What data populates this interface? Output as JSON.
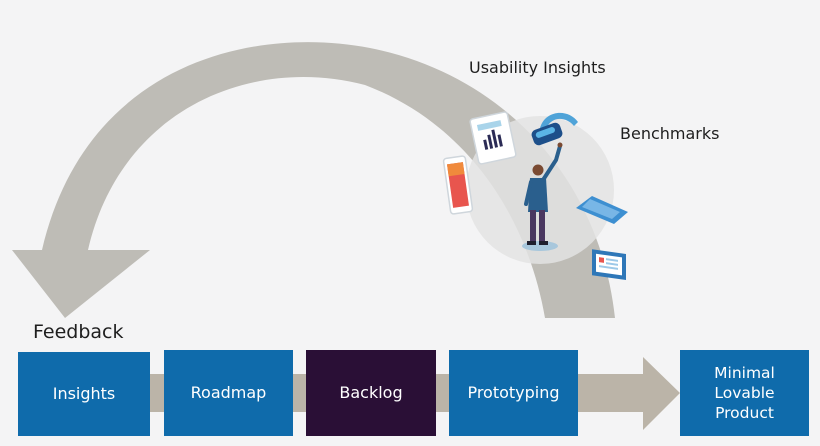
{
  "colors": {
    "background": "#f4f4f5",
    "arrow_gray": "#bebcb6",
    "flow_arrow": "#bbb4a8",
    "step_blue": "#0f6bab",
    "backlog_purple": "#2a0f36",
    "label_text": "#1e1e1e"
  },
  "labels": {
    "usability_insights": "Usability Insights",
    "benchmarks": "Benchmarks",
    "feedback": "Feedback"
  },
  "steps": {
    "insights": "Insights",
    "roadmap": "Roadmap",
    "backlog": "Backlog",
    "prototyping": "Prototyping",
    "mlp": "Minimal\nLovable\nProduct"
  },
  "illustration": {
    "icons": [
      "tablet-chart-icon",
      "vr-headset-icon",
      "laptop-icon",
      "smartphone-icon",
      "person-figure-icon"
    ]
  }
}
